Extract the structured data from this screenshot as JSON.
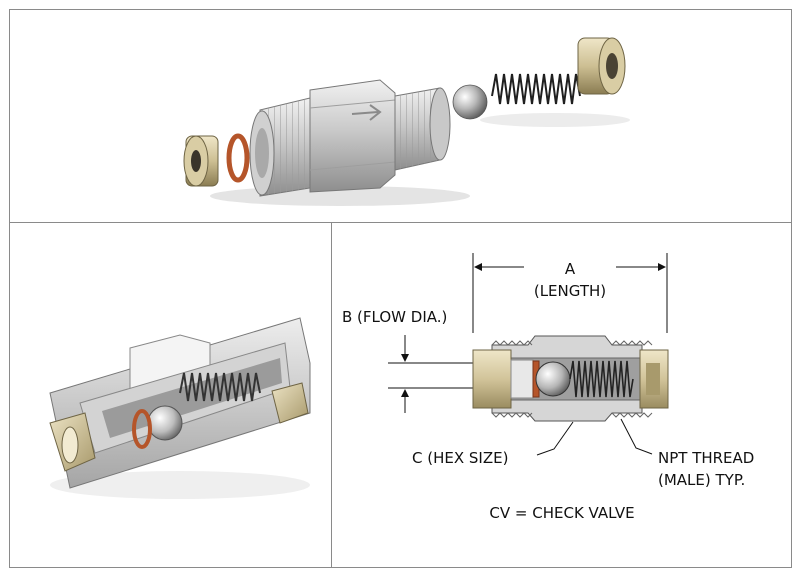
{
  "diagram": {
    "dimensions": {
      "a_label": "A",
      "a_sub": "(LENGTH)",
      "b_label": "B (FLOW DIA.)",
      "c_label": "C  (HEX SIZE)",
      "npt_line1": "NPT THREAD",
      "npt_line2": "(MALE) TYP."
    },
    "legend": "CV = CHECK VALVE"
  }
}
